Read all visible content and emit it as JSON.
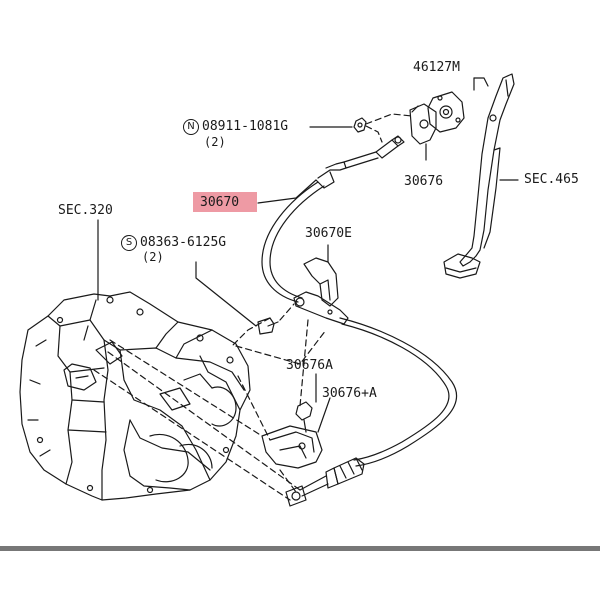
{
  "labels": {
    "p46127m": "46127M",
    "p08911": "08911-1081G",
    "p08911_code": "N",
    "p08911_qty": "(2)",
    "p30676": "30676",
    "sec465": "SEC.465",
    "p30670": "30670",
    "sec320": "SEC.320",
    "p30670e": "30670E",
    "p08363": "08363-6125G",
    "p08363_code": "S",
    "p08363_qty": "(2)",
    "p30676a": "30676A",
    "p30676plus": "30676+A"
  },
  "highlighted_part": "30670",
  "colors": {
    "line": "#1a1a1a",
    "highlight": "#ee9aa4",
    "bottom_bar": "#777777"
  }
}
